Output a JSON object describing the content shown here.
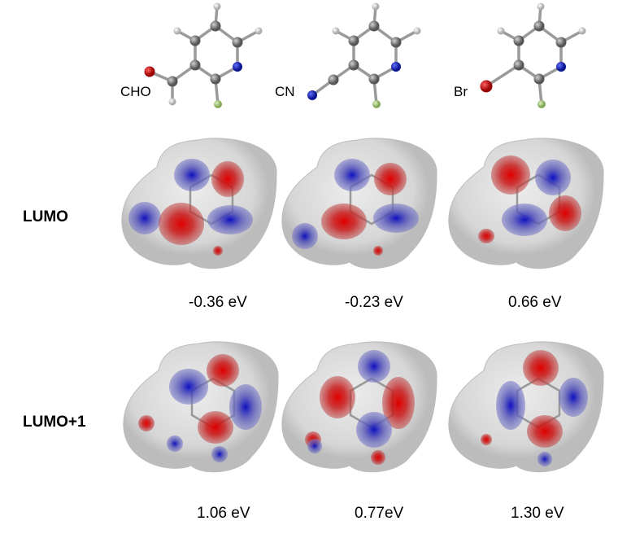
{
  "substituents": [
    "CHO",
    "CN",
    "Br"
  ],
  "rows": [
    {
      "label": "LUMO",
      "energies": [
        "-0.36 eV",
        "-0.23 eV",
        "0.66 eV"
      ]
    },
    {
      "label": "LUMO+1",
      "energies": [
        "1.06 eV",
        "0.77eV",
        "1.30 eV"
      ]
    }
  ],
  "colors": {
    "positive_lobe": "#c00000",
    "negative_lobe": "#3030c0",
    "density_surface": "#d0d0d0",
    "carbon": "#808080",
    "nitrogen": "#1020c0",
    "oxygen": "#c01010",
    "fluorine": "#a0c878",
    "hydrogen": "#e0e0e0"
  }
}
